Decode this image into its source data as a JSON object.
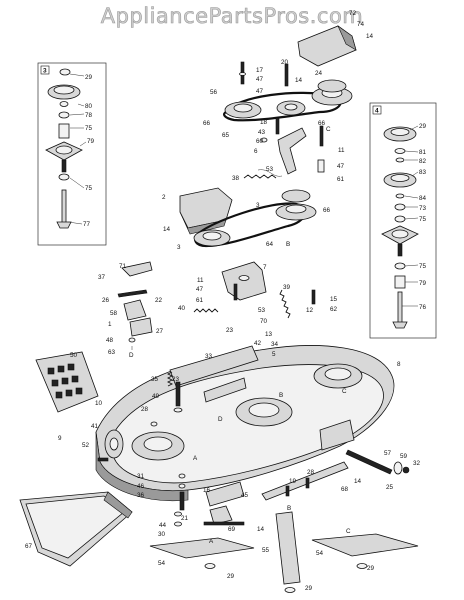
{
  "watermark": "AppliancePartsPros.com",
  "callout_boxes": {
    "left": "3",
    "right": "4"
  },
  "blade_labels": {
    "left": "A",
    "center": "B",
    "right": "C",
    "deck_a": "A",
    "deck_b": "B",
    "deck_c": "C",
    "deck_d": "D",
    "pulley_b": "B",
    "arm_d": "D",
    "idler_c": "C"
  },
  "part_numbers": {
    "p72": "72",
    "p74": "74",
    "p14a": "14",
    "p17": "17",
    "p47a": "47",
    "p20": "20",
    "p14b": "14",
    "p56": "56",
    "p47b": "47",
    "p24": "24",
    "p66a": "66",
    "p65": "65",
    "p18": "18",
    "p43": "43",
    "p60": "60",
    "p66b": "66",
    "p6": "6",
    "p53a": "53",
    "p38": "38",
    "p11a": "11",
    "p47c": "47",
    "p61a": "61",
    "p2": "2",
    "p14c": "14",
    "p3a": "3",
    "p3b": "3",
    "p66c": "66",
    "p64": "64",
    "p7": "7",
    "p11b": "11",
    "p47d": "47",
    "p61b": "61",
    "p40": "40",
    "p39": "39",
    "p53b": "53",
    "p15": "15",
    "p62": "62",
    "p12": "12",
    "p71": "71",
    "p37": "37",
    "p26": "26",
    "p22": "22",
    "p58": "58",
    "p1": "1",
    "p27": "27",
    "p48": "48",
    "p63": "63",
    "p70": "70",
    "p23a": "23",
    "p13": "13",
    "p42": "42",
    "p34": "34",
    "p5": "5",
    "p33": "33",
    "p50": "50",
    "p8": "8",
    "p10": "10",
    "p35": "35",
    "p23b": "23",
    "p49": "49",
    "p28a": "28",
    "p9": "9",
    "p41": "41",
    "p52": "52",
    "p31": "31",
    "p46": "46",
    "p36": "36",
    "p28b": "28",
    "p19": "19",
    "p57": "57",
    "p59": "59",
    "p32": "32",
    "p25": "25",
    "p14d": "14",
    "p68": "68",
    "p16": "16",
    "p45": "45",
    "p21": "21",
    "p44": "44",
    "p30": "30",
    "p69": "69",
    "p14e": "14",
    "p67": "67",
    "p54a": "54",
    "p29a": "29",
    "p55": "55",
    "p54b": "54",
    "p29b": "29",
    "p29c": "29",
    "l29": "29",
    "l80": "80",
    "l78": "78",
    "l75a": "75",
    "l79": "79",
    "l75b": "75",
    "l77": "77",
    "r29": "29",
    "r81": "81",
    "r82": "82",
    "r83": "83",
    "r84": "84",
    "r73": "73",
    "r75a": "75",
    "r75b": "75",
    "r79": "79",
    "r76": "76"
  }
}
